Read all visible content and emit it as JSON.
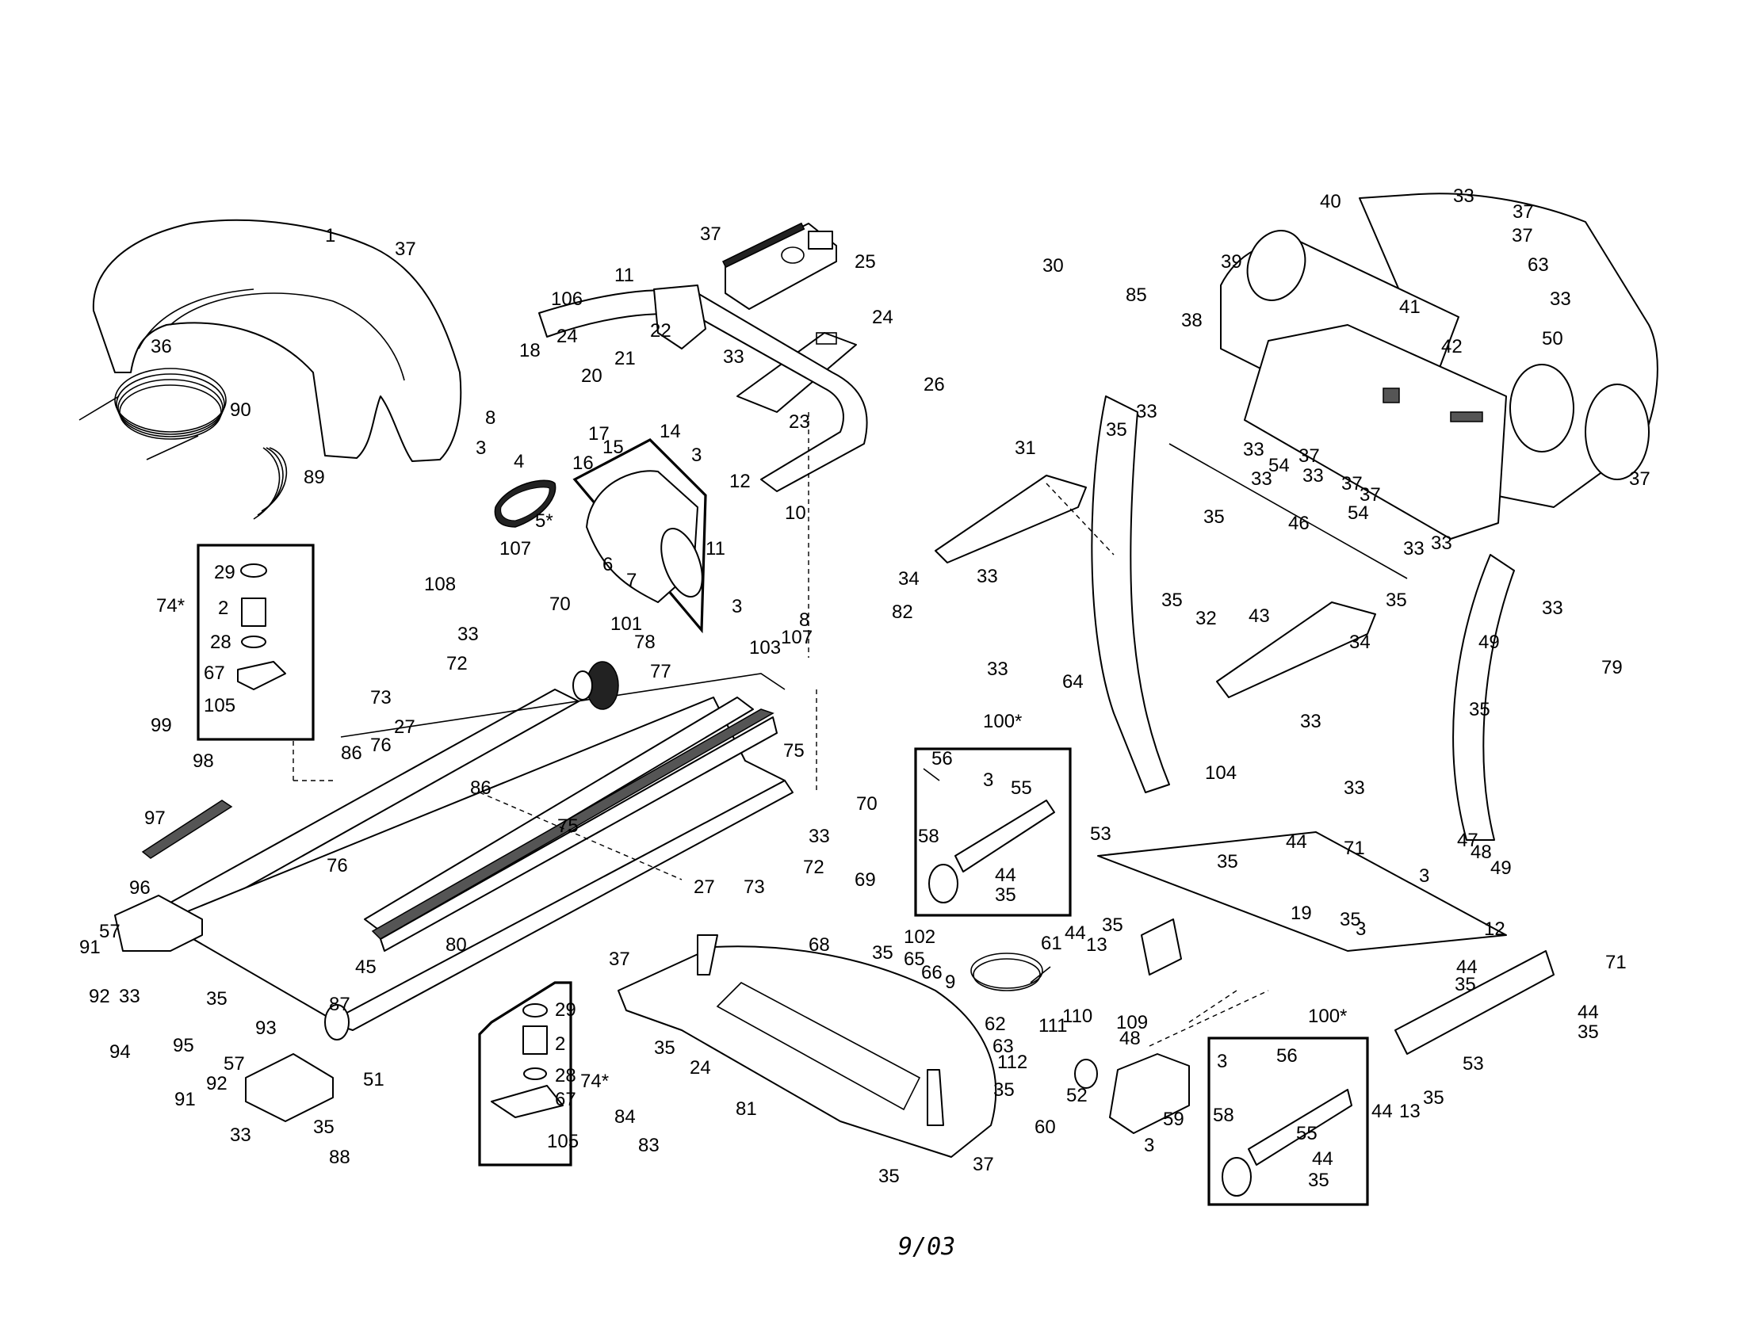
{
  "title": "Treadmill exploded parts diagram",
  "footer_date": "9/03",
  "callouts": [
    {
      "id": "c1",
      "label": "1"
    },
    {
      "id": "c37a",
      "label": "37"
    },
    {
      "id": "c36",
      "label": "36"
    },
    {
      "id": "c90",
      "label": "90"
    },
    {
      "id": "c89",
      "label": "89"
    },
    {
      "id": "c11",
      "label": "11"
    },
    {
      "id": "c106",
      "label": "106"
    },
    {
      "id": "c24a",
      "label": "24"
    },
    {
      "id": "c18",
      "label": "18"
    },
    {
      "id": "c20",
      "label": "20"
    },
    {
      "id": "c21",
      "label": "21"
    },
    {
      "id": "c22",
      "label": "22"
    },
    {
      "id": "c8a",
      "label": "8"
    },
    {
      "id": "c3a",
      "label": "3"
    },
    {
      "id": "c17",
      "label": "17"
    },
    {
      "id": "c15",
      "label": "15"
    },
    {
      "id": "c14",
      "label": "14"
    },
    {
      "id": "c16",
      "label": "16"
    },
    {
      "id": "c3b",
      "label": "3"
    },
    {
      "id": "c12a",
      "label": "12"
    },
    {
      "id": "c4",
      "label": "4"
    },
    {
      "id": "c5",
      "label": "5*"
    },
    {
      "id": "c6",
      "label": "6"
    },
    {
      "id": "c7",
      "label": "7"
    },
    {
      "id": "c11b",
      "label": "11"
    },
    {
      "id": "c10",
      "label": "10"
    },
    {
      "id": "c3c",
      "label": "3"
    },
    {
      "id": "c8b",
      "label": "8"
    },
    {
      "id": "c37b",
      "label": "37"
    },
    {
      "id": "c25",
      "label": "25"
    },
    {
      "id": "c24b",
      "label": "24"
    },
    {
      "id": "c33a",
      "label": "33"
    },
    {
      "id": "c23",
      "label": "23"
    },
    {
      "id": "c26",
      "label": "26"
    },
    {
      "id": "c30",
      "label": "30"
    },
    {
      "id": "c85",
      "label": "85"
    },
    {
      "id": "c31",
      "label": "31"
    },
    {
      "id": "c34a",
      "label": "34"
    },
    {
      "id": "c33b",
      "label": "33"
    },
    {
      "id": "c82",
      "label": "82"
    },
    {
      "id": "c33c",
      "label": "33"
    },
    {
      "id": "c107a",
      "label": "107"
    },
    {
      "id": "c108",
      "label": "108"
    },
    {
      "id": "c74a",
      "label": "74*"
    },
    {
      "id": "c29a",
      "label": "29"
    },
    {
      "id": "c2a",
      "label": "2"
    },
    {
      "id": "c28a",
      "label": "28"
    },
    {
      "id": "c67a",
      "label": "67"
    },
    {
      "id": "c105a",
      "label": "105"
    },
    {
      "id": "c70a",
      "label": "70"
    },
    {
      "id": "c101",
      "label": "101"
    },
    {
      "id": "c78",
      "label": "78"
    },
    {
      "id": "c33d",
      "label": "33"
    },
    {
      "id": "c72a",
      "label": "72"
    },
    {
      "id": "c73a",
      "label": "73"
    },
    {
      "id": "c27a",
      "label": "27"
    },
    {
      "id": "c77",
      "label": "77"
    },
    {
      "id": "c103",
      "label": "103"
    },
    {
      "id": "c107b",
      "label": "107"
    },
    {
      "id": "c75a",
      "label": "75"
    },
    {
      "id": "c99",
      "label": "99"
    },
    {
      "id": "c98",
      "label": "98"
    },
    {
      "id": "c86a",
      "label": "86"
    },
    {
      "id": "c76a",
      "label": "76"
    },
    {
      "id": "c86b",
      "label": "86"
    },
    {
      "id": "c97",
      "label": "97"
    },
    {
      "id": "c70b",
      "label": "70"
    },
    {
      "id": "c75b",
      "label": "75"
    },
    {
      "id": "c33e",
      "label": "33"
    },
    {
      "id": "c72b",
      "label": "72"
    },
    {
      "id": "c27b",
      "label": "27"
    },
    {
      "id": "c73b",
      "label": "73"
    },
    {
      "id": "c76b",
      "label": "76"
    },
    {
      "id": "c96",
      "label": "96"
    },
    {
      "id": "c57a",
      "label": "57"
    },
    {
      "id": "c91a",
      "label": "91"
    },
    {
      "id": "c92a",
      "label": "92"
    },
    {
      "id": "c33f",
      "label": "33"
    },
    {
      "id": "c35a",
      "label": "35"
    },
    {
      "id": "c95",
      "label": "95"
    },
    {
      "id": "c80",
      "label": "80"
    },
    {
      "id": "c45",
      "label": "45"
    },
    {
      "id": "c87",
      "label": "87"
    },
    {
      "id": "c51",
      "label": "51"
    },
    {
      "id": "c94",
      "label": "94"
    },
    {
      "id": "c93",
      "label": "93"
    },
    {
      "id": "c57b",
      "label": "57"
    },
    {
      "id": "c92b",
      "label": "92"
    },
    {
      "id": "c91b",
      "label": "91"
    },
    {
      "id": "c33g",
      "label": "33"
    },
    {
      "id": "c35b",
      "label": "35"
    },
    {
      "id": "c88",
      "label": "88"
    },
    {
      "id": "c74b",
      "label": "74*"
    },
    {
      "id": "c29b",
      "label": "29"
    },
    {
      "id": "c2b",
      "label": "2"
    },
    {
      "id": "c28b",
      "label": "28"
    },
    {
      "id": "c67b",
      "label": "67"
    },
    {
      "id": "c105b",
      "label": "105"
    },
    {
      "id": "c37c",
      "label": "37"
    },
    {
      "id": "c35c",
      "label": "35"
    },
    {
      "id": "c68",
      "label": "68"
    },
    {
      "id": "c69",
      "label": "69"
    },
    {
      "id": "c35d",
      "label": "35"
    },
    {
      "id": "c102",
      "label": "102"
    },
    {
      "id": "c65",
      "label": "65"
    },
    {
      "id": "c66",
      "label": "66"
    },
    {
      "id": "c9",
      "label": "9"
    },
    {
      "id": "c61",
      "label": "61"
    },
    {
      "id": "c62",
      "label": "62"
    },
    {
      "id": "c63a",
      "label": "63"
    },
    {
      "id": "c35e",
      "label": "35"
    },
    {
      "id": "c24c",
      "label": "24"
    },
    {
      "id": "c84",
      "label": "84"
    },
    {
      "id": "c81",
      "label": "81"
    },
    {
      "id": "c83",
      "label": "83"
    },
    {
      "id": "c35f",
      "label": "35"
    },
    {
      "id": "c37d",
      "label": "37"
    },
    {
      "id": "c100a",
      "label": "100*"
    },
    {
      "id": "c56a",
      "label": "56"
    },
    {
      "id": "c3d",
      "label": "3"
    },
    {
      "id": "c55a",
      "label": "55"
    },
    {
      "id": "c58a",
      "label": "58"
    },
    {
      "id": "c44a",
      "label": "44"
    },
    {
      "id": "c35g",
      "label": "35"
    },
    {
      "id": "c53a",
      "label": "53"
    },
    {
      "id": "c44b",
      "label": "44"
    },
    {
      "id": "c35h",
      "label": "35"
    },
    {
      "id": "c13a",
      "label": "13"
    },
    {
      "id": "c111",
      "label": "111"
    },
    {
      "id": "c110",
      "label": "110"
    },
    {
      "id": "c109",
      "label": "109"
    },
    {
      "id": "c48a",
      "label": "48"
    },
    {
      "id": "c112",
      "label": "112"
    },
    {
      "id": "c52",
      "label": "52"
    },
    {
      "id": "c59",
      "label": "59"
    },
    {
      "id": "c60",
      "label": "60"
    },
    {
      "id": "c3e",
      "label": "3"
    },
    {
      "id": "c100b",
      "label": "100*"
    },
    {
      "id": "c3f",
      "label": "3"
    },
    {
      "id": "c56b",
      "label": "56"
    },
    {
      "id": "c58b",
      "label": "58"
    },
    {
      "id": "c55b",
      "label": "55"
    },
    {
      "id": "c44c",
      "label": "44"
    },
    {
      "id": "c35i",
      "label": "35"
    },
    {
      "id": "c40",
      "label": "40"
    },
    {
      "id": "c33h",
      "label": "33"
    },
    {
      "id": "c37e",
      "label": "37"
    },
    {
      "id": "c37f",
      "label": "37"
    },
    {
      "id": "c63b",
      "label": "63"
    },
    {
      "id": "c33i",
      "label": "33"
    },
    {
      "id": "c39",
      "label": "39"
    },
    {
      "id": "c38",
      "label": "38"
    },
    {
      "id": "c41",
      "label": "41"
    },
    {
      "id": "c42",
      "label": "42"
    },
    {
      "id": "c50",
      "label": "50"
    },
    {
      "id": "c37g",
      "label": "37"
    },
    {
      "id": "c35j",
      "label": "35"
    },
    {
      "id": "c33j",
      "label": "33"
    },
    {
      "id": "c33k",
      "label": "33"
    },
    {
      "id": "c54a",
      "label": "54"
    },
    {
      "id": "c37h",
      "label": "37"
    },
    {
      "id": "c33l",
      "label": "33"
    },
    {
      "id": "c33m",
      "label": "33"
    },
    {
      "id": "c37i",
      "label": "37"
    },
    {
      "id": "c37j",
      "label": "37"
    },
    {
      "id": "c35k",
      "label": "35"
    },
    {
      "id": "c46",
      "label": "46"
    },
    {
      "id": "c54b",
      "label": "54"
    },
    {
      "id": "c33n",
      "label": "33"
    },
    {
      "id": "c33o",
      "label": "33"
    },
    {
      "id": "c33p",
      "label": "33"
    },
    {
      "id": "c35l",
      "label": "35"
    },
    {
      "id": "c32",
      "label": "32"
    },
    {
      "id": "c35m",
      "label": "35"
    },
    {
      "id": "c49a",
      "label": "49"
    },
    {
      "id": "c79",
      "label": "79"
    },
    {
      "id": "c35n",
      "label": "35"
    },
    {
      "id": "c64",
      "label": "64"
    },
    {
      "id": "c43",
      "label": "43"
    },
    {
      "id": "c34b",
      "label": "34"
    },
    {
      "id": "c33q",
      "label": "33"
    },
    {
      "id": "c104",
      "label": "104"
    },
    {
      "id": "c33r",
      "label": "33"
    },
    {
      "id": "c71a",
      "label": "71"
    },
    {
      "id": "c44d",
      "label": "44"
    },
    {
      "id": "c35o",
      "label": "35"
    },
    {
      "id": "c47",
      "label": "47"
    },
    {
      "id": "c48b",
      "label": "48"
    },
    {
      "id": "c49b",
      "label": "49"
    },
    {
      "id": "c3g",
      "label": "3"
    },
    {
      "id": "c19",
      "label": "19"
    },
    {
      "id": "c35p",
      "label": "35"
    },
    {
      "id": "c3h",
      "label": "3"
    },
    {
      "id": "c12b",
      "label": "12"
    },
    {
      "id": "c44e",
      "label": "44"
    },
    {
      "id": "c35q",
      "label": "35"
    },
    {
      "id": "c71b",
      "label": "71"
    },
    {
      "id": "c44f",
      "label": "44"
    },
    {
      "id": "c35r",
      "label": "35"
    },
    {
      "id": "c53b",
      "label": "53"
    },
    {
      "id": "c35s",
      "label": "35"
    },
    {
      "id": "c44g",
      "label": "44"
    },
    {
      "id": "c13b",
      "label": "13"
    }
  ]
}
